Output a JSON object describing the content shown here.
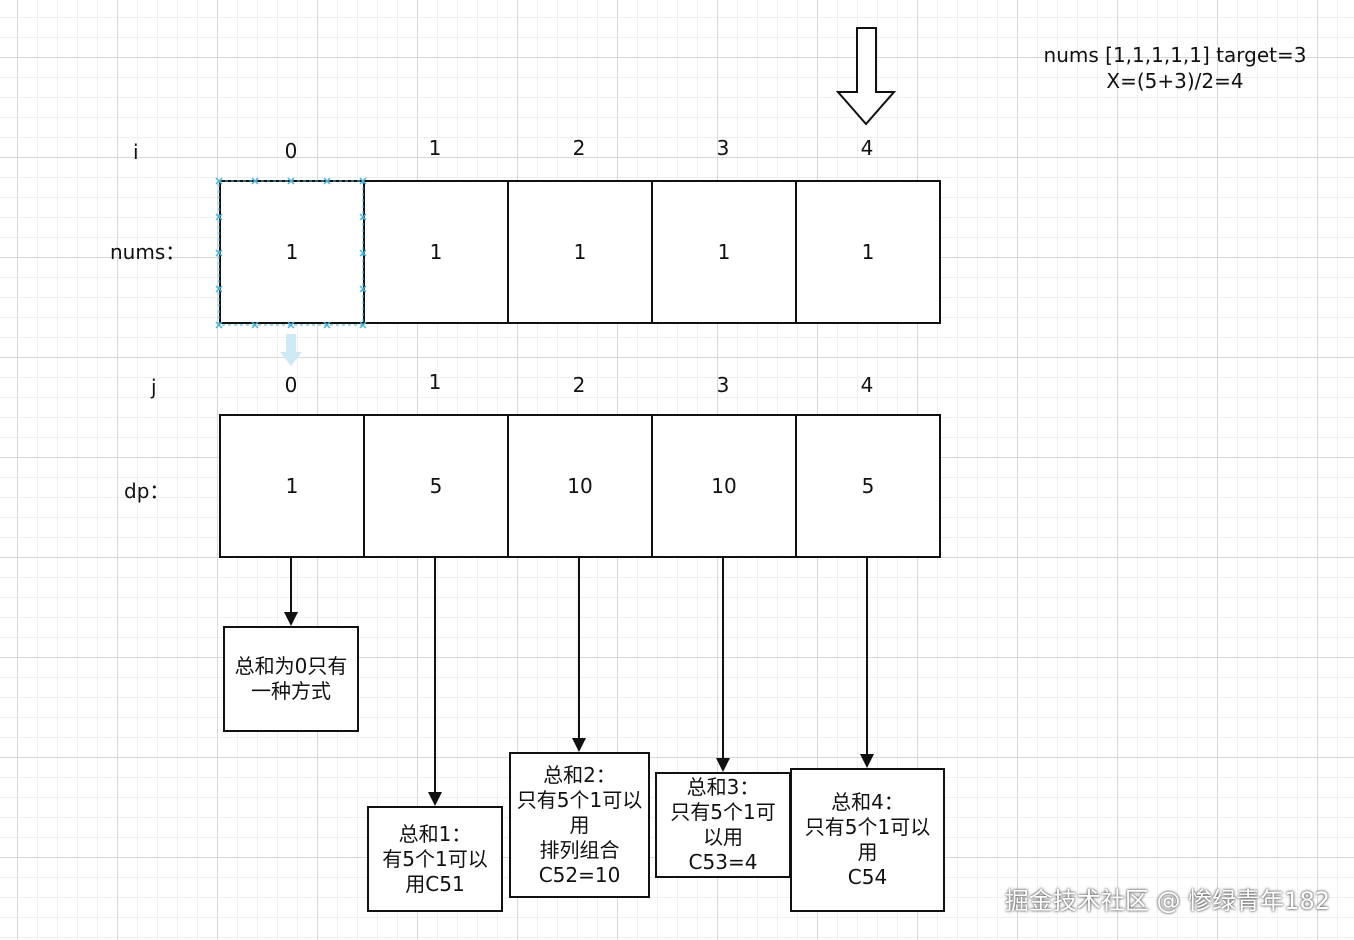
{
  "formula": {
    "line1": "nums [1,1,1,1,1] target=3",
    "line2": "X=(5+3)/2=4"
  },
  "row_nums": {
    "index_label": "i",
    "row_label": "nums：",
    "indices": [
      "0",
      "1",
      "2",
      "3",
      "4"
    ],
    "values": [
      "1",
      "1",
      "1",
      "1",
      "1"
    ]
  },
  "row_dp": {
    "index_label": "j",
    "row_label": "dp：",
    "indices": [
      "0",
      "1",
      "2",
      "3",
      "4"
    ],
    "values": [
      "1",
      "5",
      "10",
      "10",
      "5"
    ]
  },
  "notes": [
    {
      "lines": [
        "总和为0只有",
        "一种方式"
      ]
    },
    {
      "lines": [
        "总和1：",
        "有5个1可以",
        "用C51"
      ]
    },
    {
      "lines": [
        "总和2：",
        "只有5个1可以",
        "用",
        "排列组合",
        "C52=10"
      ]
    },
    {
      "lines": [
        "总和3：",
        "只有5个1可",
        "以用",
        "C53=4"
      ]
    },
    {
      "lines": [
        "总和4：",
        "只有5个1可以",
        "用",
        "C54"
      ]
    }
  ],
  "watermark": "掘金技术社区 @ 惨绿青年182",
  "colors": {
    "stroke": "#111111",
    "selection_marker": "#4fb3d9"
  }
}
